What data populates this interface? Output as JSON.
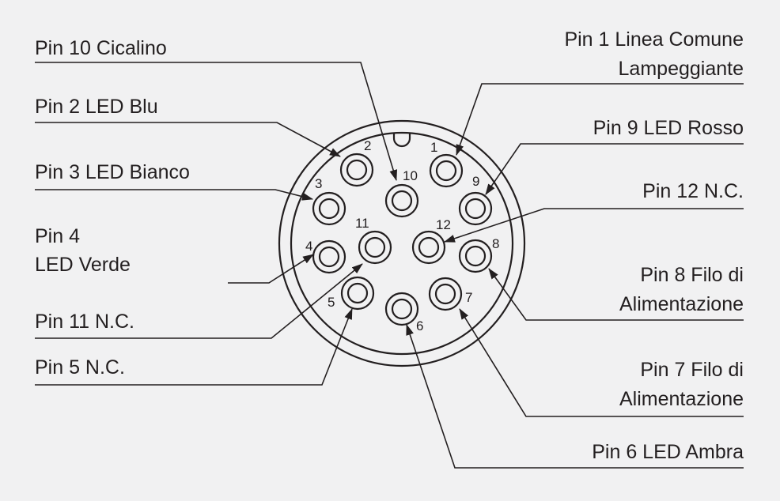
{
  "labels": {
    "pin10": "Pin 10  Cicalino",
    "pin2": "Pin 2  LED Blu",
    "pin3": "Pin 3  LED Bianco",
    "pin4_line1": "Pin 4",
    "pin4_line2": "LED Verde",
    "pin11": "Pin 11  N.C.",
    "pin5": "Pin 5  N.C.",
    "pin1_line1": "Pin 1  Linea Comune",
    "pin1_line2": "Lampeggiante",
    "pin9": "Pin 9  LED Rosso",
    "pin12": "Pin 12  N.C.",
    "pin8_line1": "Pin 8  Filo di",
    "pin8_line2": "Alimentazione",
    "pin7_line1": "Pin 7  Filo di",
    "pin7_line2": "Alimentazione",
    "pin6": "Pin 6  LED Ambra"
  },
  "pin_numbers": [
    "1",
    "2",
    "3",
    "4",
    "5",
    "6",
    "7",
    "8",
    "9",
    "10",
    "11",
    "12"
  ],
  "colors": {
    "background": "#f1f1f2",
    "ink": "#231f20"
  }
}
